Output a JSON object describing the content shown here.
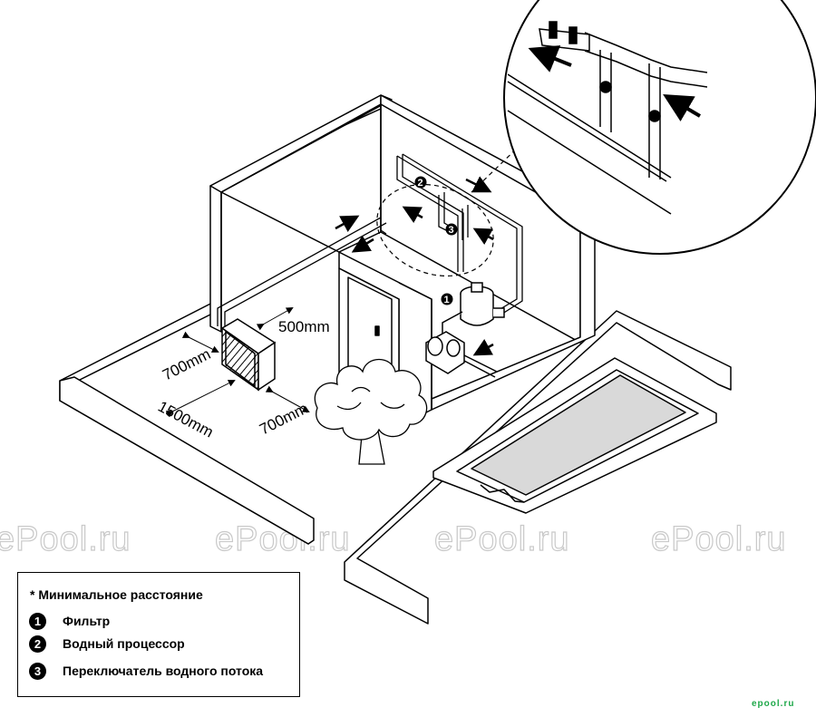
{
  "dimensions": {
    "top_clearance": "500mm",
    "side_clearance": "700mm",
    "front_clearance": "700mm",
    "distance_to_wall": "1500mm"
  },
  "callouts": [
    "1",
    "2",
    "3"
  ],
  "watermark": "ePool.ru",
  "legend": {
    "title": "* Минимальное расстояние",
    "items": [
      {
        "number": "1",
        "label": "Фильтр"
      },
      {
        "number": "2",
        "label": "Водный процессор"
      },
      {
        "number": "3",
        "label": "Переключатель водного потока"
      }
    ]
  },
  "site_logo": "epool.ru",
  "colors": {
    "line": "#000000",
    "water": "#d9d9d9",
    "watermark": "#c9c9c9",
    "logo": "#1fa84a"
  }
}
